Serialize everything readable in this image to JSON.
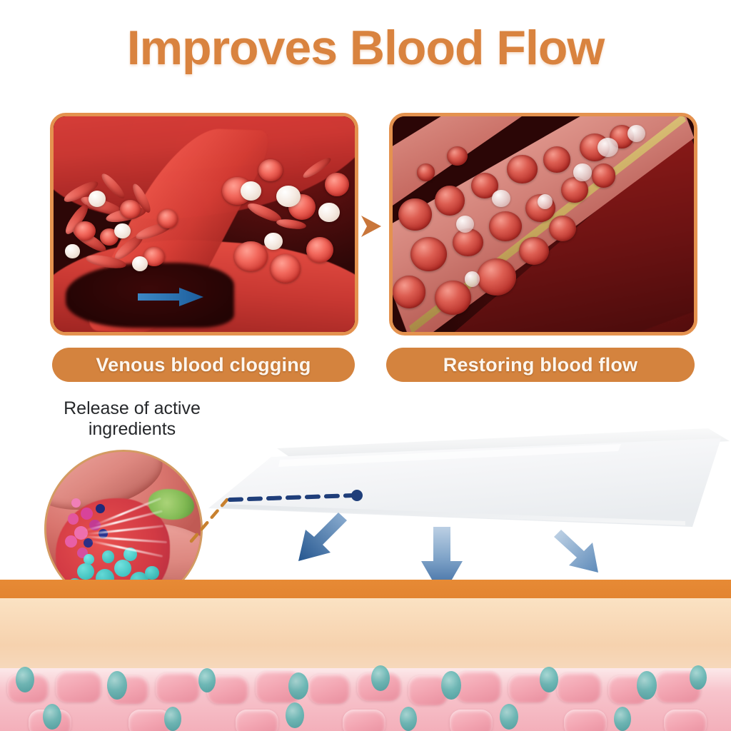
{
  "page": {
    "title": "Improves Blood Flow",
    "background_color": "#ffffff",
    "accent_orange": "#d9833f",
    "pill_orange": "#d4833e",
    "arrow_blue": "#2b6ca8",
    "border_orange": "#e4924f"
  },
  "header": {
    "title": "Improves Blood Flow"
  },
  "comparison": {
    "separator_icon": "chevron-right-icon",
    "panels": [
      {
        "id": "before",
        "caption": "Venous blood clogging",
        "image_alt": "Cross-section of a vein narrowed by a clot of clumped red blood cells and white blood cells, with a blue arrow showing restricted flow direction",
        "flow_arrow_icon": "arrow-right-icon"
      },
      {
        "id": "after",
        "caption": "Restoring blood flow",
        "image_alt": "Open healthy blood vessel with red blood cells and white blood cells flowing freely along the vessel wall"
      }
    ]
  },
  "mechanism": {
    "callout_label": "Release of active ingredients",
    "magnifier_alt": "Magnified view inside a blood vessel showing teal and magenta active ingredient microspheres being released",
    "patch_alt": "Translucent white transdermal patch sheet",
    "leader_line_color": "#c8812f",
    "pointer_line_color": "#1f3e7a",
    "penetration_arrow_icons": [
      "arrow-down-left-icon",
      "arrow-down-icon",
      "arrow-down-right-icon"
    ]
  },
  "skin": {
    "layer_alt": "Cross-section of skin showing epidermis, dermis and subcutaneous tissue with absorbed active ingredient particles",
    "epidermis_color": "#e0802d",
    "dermis_color": "#f6d2ae",
    "subcutaneous_color": "#f3aeb9",
    "particle_color": "#5fb5b2"
  }
}
